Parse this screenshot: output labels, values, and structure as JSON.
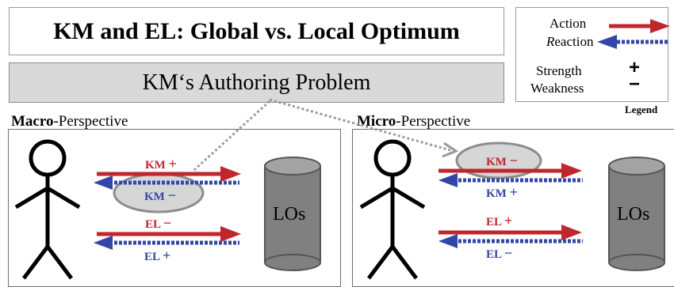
{
  "title": "KM and EL: Global vs. Local Optimum",
  "subtitle": "KM‘s Authoring Problem",
  "legend": {
    "action": "Action",
    "reaction_prefix": "R",
    "reaction_rest": "eaction",
    "strength": "Strength",
    "strength_sym": "+",
    "weakness": "Weakness",
    "weakness_sym": "−",
    "caption": "Legend"
  },
  "macro": {
    "title_bold": "Macro",
    "title_rest": "-Perspective",
    "los": "LOs",
    "labels": {
      "km_action": "KM",
      "km_action_sign": "+",
      "km_reaction": "KM",
      "km_reaction_sign": "−",
      "el_action": "EL",
      "el_action_sign": "−",
      "el_reaction": "EL",
      "el_reaction_sign": "+"
    }
  },
  "micro": {
    "title_bold": "Micro",
    "title_rest": "-Perspective",
    "los": "LOs",
    "labels": {
      "km_action": "KM",
      "km_action_sign": "−",
      "km_reaction": "KM",
      "km_reaction_sign": "+",
      "el_action": "EL",
      "el_action_sign": "+",
      "el_reaction": "EL",
      "el_reaction_sign": "−"
    }
  },
  "colors": {
    "action": "#c0262d",
    "reaction": "#3346a6",
    "subtitle_bg": "#d9d9d9",
    "ellipse_fill": "#d6d6d6",
    "cylinder": "#808080"
  }
}
